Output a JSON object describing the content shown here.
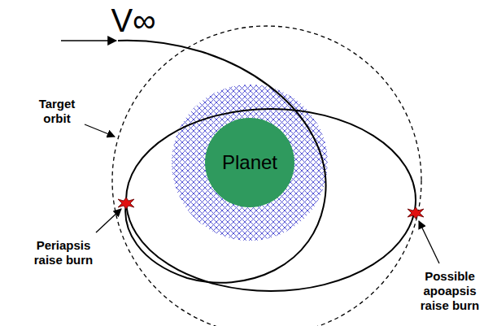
{
  "diagram": {
    "nodes": [
      {
        "text": [
          "Planet"
        ]
      }
    ],
    "labels": [
      "V∞",
      "Target orbit",
      "Periapsis raise burn",
      "Possible apoapsis raise burn"
    ]
  }
}
